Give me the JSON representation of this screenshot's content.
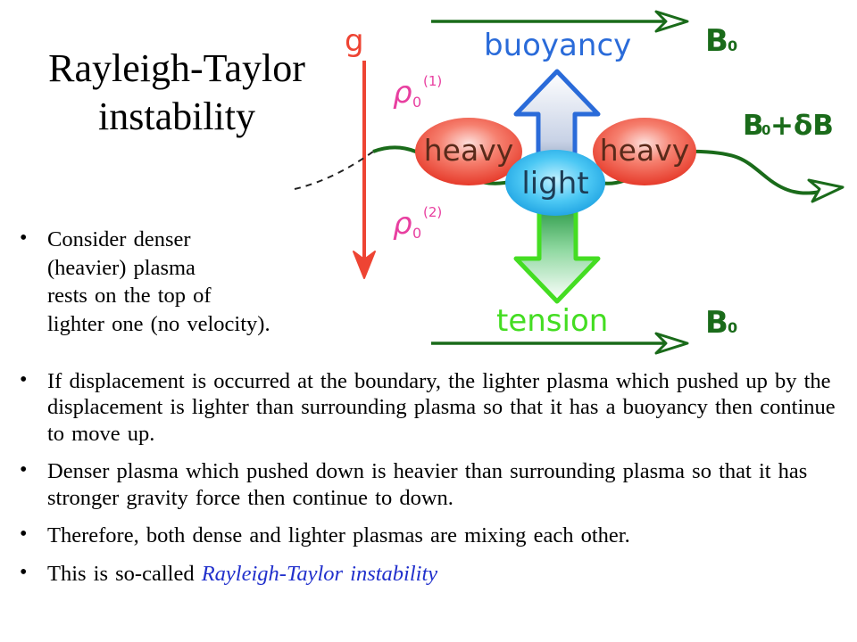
{
  "slide": {
    "title_line1": "Rayleigh-Taylor",
    "title_line2": "instability"
  },
  "diagram": {
    "label_g": "g",
    "label_buoyancy": "buoyancy",
    "label_tension": "tension",
    "label_b0_top": "B",
    "label_b0_top_sub": "0",
    "label_b0_bottom": "B",
    "label_b0_bottom_sub": "0",
    "label_b0_db_b": "B",
    "label_b0_db_sub": "0",
    "label_b0_db_rest": "+δB",
    "label_rho1": "ρ",
    "label_rho1_sub": "0",
    "label_rho1_sup": "(1)",
    "label_rho2": "ρ",
    "label_rho2_sub": "0",
    "label_rho2_sup": "(2)",
    "label_heavy_left": "heavy",
    "label_heavy_right": "heavy",
    "label_light": "light",
    "colors": {
      "gravity": "#ee4433",
      "density": "#e83fa0",
      "buoyancy": "#2a6bd9",
      "field": "#1a6b1a",
      "tension": "#44dd22",
      "heavy": "#f05040",
      "light": "#2fb4ee"
    }
  },
  "bullets_top": [
    {
      "line1": "Consider denser",
      "line2": "(heavier) plasma",
      "line3": "rests on the top of",
      "line4": "lighter one (no velocity)."
    }
  ],
  "bullets_bottom": [
    {
      "text": "If displacement is occurred at the boundary, the lighter plasma which pushed up by the displacement is lighter than surrounding plasma so that it has a buoyancy then continue to move up."
    },
    {
      "text": "Denser plasma which pushed down is heavier than surrounding plasma so that it has stronger gravity force then continue to down."
    },
    {
      "text": "Therefore, both dense and lighter plasmas are mixing each other."
    },
    {
      "prefix": "This is so-called ",
      "emphasis": "Rayleigh-Taylor instability"
    }
  ]
}
